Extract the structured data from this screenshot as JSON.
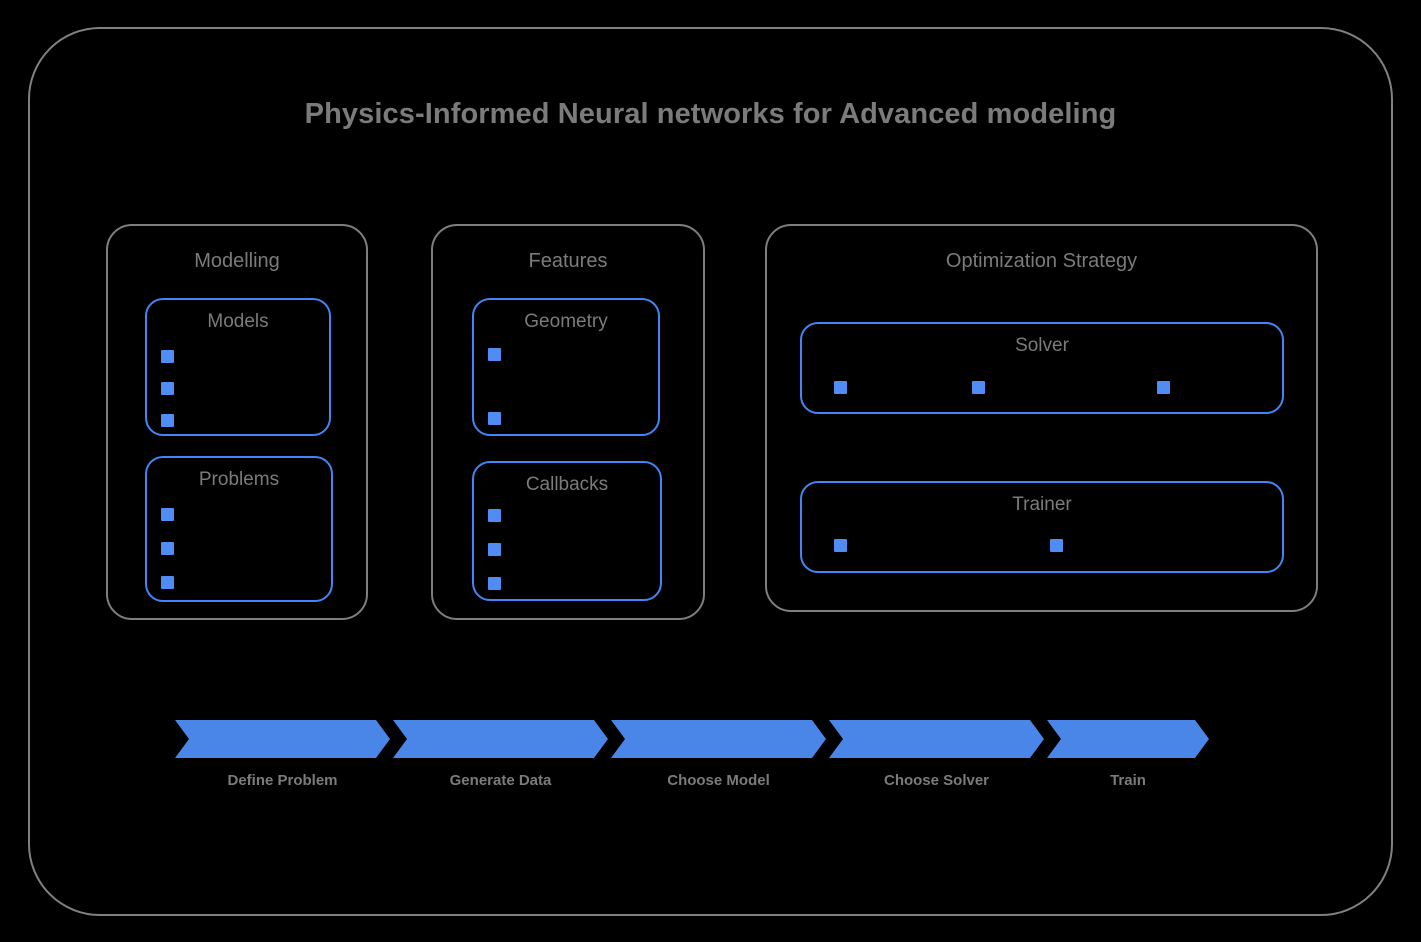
{
  "diagram": {
    "title": "Physics-Informed Neural networks for Advanced modeling",
    "accent_color": "#4285f4",
    "chevron_color": "#4a86e8",
    "text_color": "#7b7b7b",
    "frame_color": "#808080",
    "background_color": "#000000"
  },
  "groups": [
    {
      "id": "modelling",
      "title": "Modelling",
      "panels": [
        {
          "id": "models",
          "title": "Models",
          "bullet_count": 3,
          "bullets": [
            "",
            "",
            ""
          ]
        },
        {
          "id": "problems",
          "title": "Problems",
          "bullet_count": 3,
          "bullets": [
            "",
            "",
            ""
          ]
        }
      ]
    },
    {
      "id": "features",
      "title": "Features",
      "panels": [
        {
          "id": "geometry",
          "title": "Geometry",
          "bullet_count": 2,
          "bullets": [
            "",
            ""
          ]
        },
        {
          "id": "callbacks",
          "title": "Callbacks",
          "bullet_count": 3,
          "bullets": [
            "",
            "",
            ""
          ]
        }
      ]
    },
    {
      "id": "optimization-strategy",
      "title": "Optimization Strategy",
      "panels": [
        {
          "id": "solver",
          "title": "Solver",
          "bullet_count": 3,
          "bullets": [
            "",
            "",
            ""
          ]
        },
        {
          "id": "trainer",
          "title": "Trainer",
          "bullet_count": 2,
          "bullets": [
            "",
            ""
          ]
        }
      ]
    }
  ],
  "flow": {
    "steps": [
      {
        "label": "Define Problem"
      },
      {
        "label": "Generate Data"
      },
      {
        "label": "Choose Model"
      },
      {
        "label": "Choose Solver"
      },
      {
        "label": "Train"
      }
    ]
  }
}
